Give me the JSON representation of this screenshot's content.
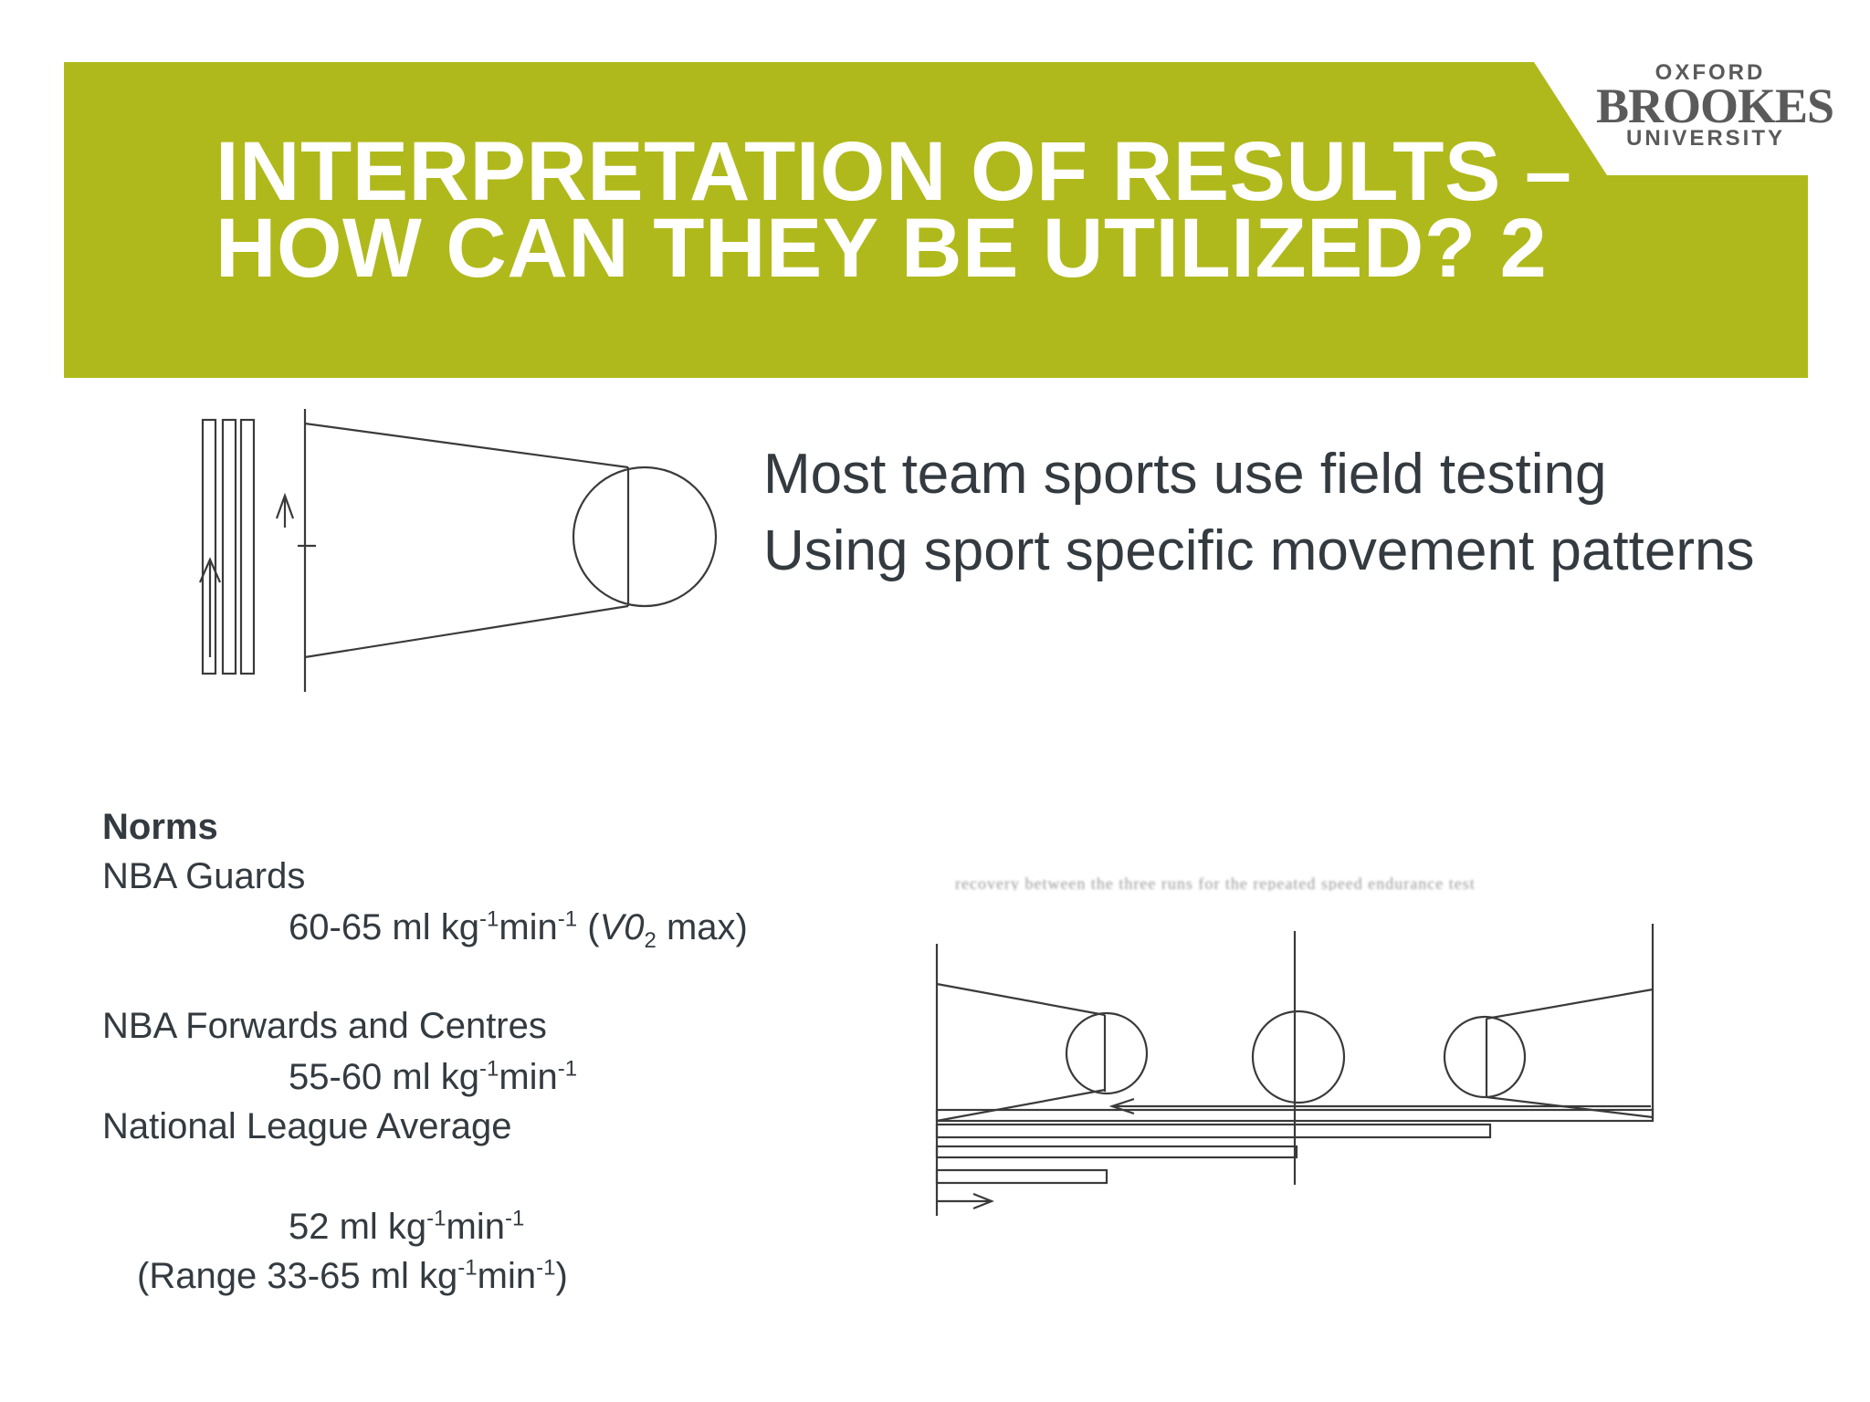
{
  "header": {
    "title_line1": "INTERPRETATION OF RESULTS –",
    "title_line2": "HOW CAN THEY BE UTILIZED? 2",
    "band_color": "#b0b91b"
  },
  "logo": {
    "line1": "OXFORD",
    "line2": "BROOKES",
    "line3": "UNIVERSITY"
  },
  "intro": {
    "line1": "Most team sports use field testing",
    "line2": "Using sport specific movement patterns"
  },
  "diagram_bottom": {
    "caption": "recovery between the three runs for the repeated speed endurance test"
  },
  "norms": {
    "heading": "Norms",
    "guards_label": "NBA Guards",
    "guards_value_prefix": "60-65 ml kg",
    "guards_exp1": "-1",
    "guards_unit": "min",
    "guards_exp2": "-1",
    "guards_paren_open": " (",
    "guards_vo": "V0",
    "guards_sub": "2",
    "guards_paren_close": " max)",
    "forwards_label": "NBA Forwards and Centres",
    "forwards_value_prefix": "55-60 ml kg",
    "forwards_exp1": "-1",
    "forwards_unit": "min",
    "forwards_exp2": "-1",
    "league_label": "National League Average",
    "league_value_prefix": "52 ml kg",
    "league_exp1": "-1",
    "league_unit": "min",
    "league_exp2": "-1",
    "range_prefix": "(Range 33-65 ml kg",
    "range_exp1": "-1",
    "range_unit": "min",
    "range_exp2": "-1",
    "range_suffix": ")"
  }
}
